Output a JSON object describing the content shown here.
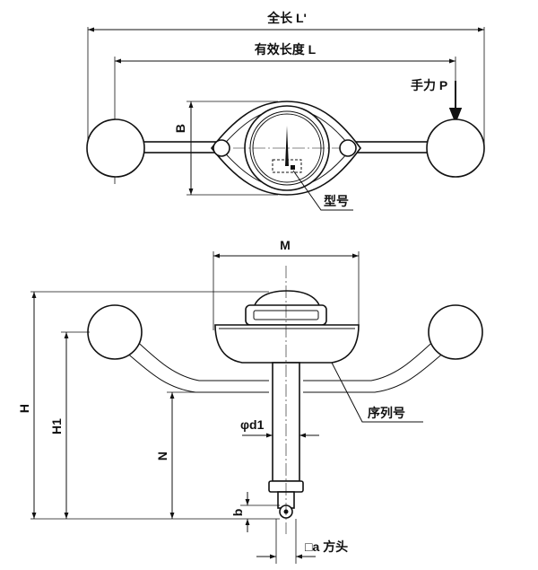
{
  "labels": {
    "total_length": "全长 L'",
    "effective_length": "有效长度 L",
    "hand_force": "手力 P",
    "dim_b_top": "B",
    "model": "型号",
    "dim_m": "M",
    "dim_h": "H",
    "dim_h1": "H1",
    "serial_number": "序列号",
    "dim_d1": "φd1",
    "dim_n": "N",
    "dim_b_bottom": "b",
    "square_drive": "□a 方头"
  }
}
